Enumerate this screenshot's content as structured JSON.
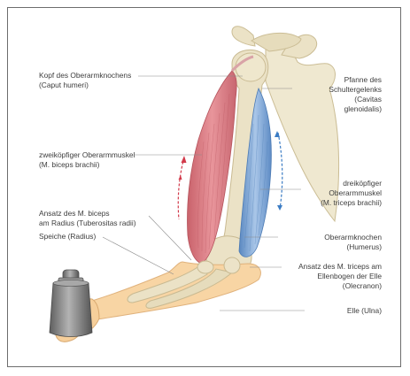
{
  "labels": {
    "humerus_head": [
      "Kopf des Oberarmknochens",
      "(Caput humeri)"
    ],
    "glenoid": [
      "Pfanne des",
      "Schultergelenks",
      "(Cavitas",
      "glenoidalis)"
    ],
    "biceps": [
      "zweiköpfiger Oberarmmuskel",
      "(M. biceps brachii)"
    ],
    "triceps": [
      "dreiköpfiger",
      "Oberarmmuskel",
      "(M. triceps brachii)"
    ],
    "biceps_insertion": [
      "Ansatz des M. biceps",
      "am Radius (Tuberositas radii)"
    ],
    "radius": [
      "Speiche (Radius)"
    ],
    "humerus": [
      "Oberarmknochen",
      "(Humerus)"
    ],
    "triceps_insertion": [
      "Ansatz des M. triceps am",
      "Ellenbogen der Elle",
      "(Olecranon)"
    ],
    "ulna": [
      "Elle (Ulna)"
    ]
  },
  "colors": {
    "bone": "#ebe2c6",
    "bone_shade": "#d6c9a3",
    "biceps": "#df7f86",
    "triceps": "#7aa5d4",
    "skin": "#f8d5a4",
    "weight": "#8d8d8d",
    "arrow_red": "#d2394a",
    "arrow_blue": "#3b7cc4",
    "leader_line": "#8a8a8a"
  }
}
